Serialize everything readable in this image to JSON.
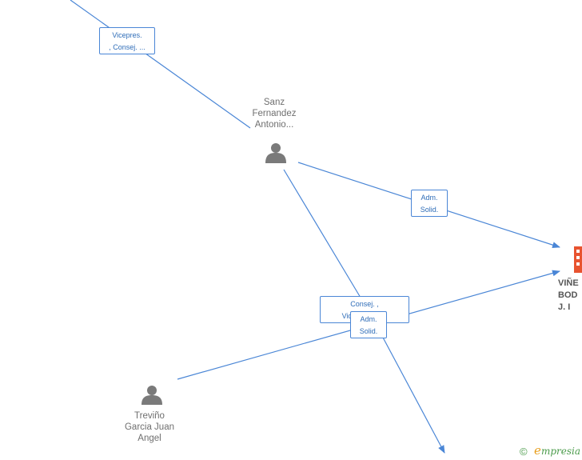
{
  "nodes": {
    "sanz": {
      "name": "Sanz\nFernandez\nAntonio..."
    },
    "trevino": {
      "name": "Treviño\nGarcia Juan\nAngel"
    },
    "company": {
      "name": "VIÑE\nBOD\nJ. I"
    }
  },
  "edge_labels": {
    "top": "Vicepres.\n, Consej. ...",
    "sanz_company": "Adm.\nSolid.",
    "consej": "Consej. ,\nVicepr...   ...j. ...",
    "trevino_adm": "Adm.\nSolid."
  },
  "footer": {
    "copyright": "©",
    "brand": "mpresia",
    "brand_initial": "e"
  },
  "colors": {
    "edge": "#4a86d6",
    "person": "#7a7a7a",
    "company": "#e8532f"
  }
}
